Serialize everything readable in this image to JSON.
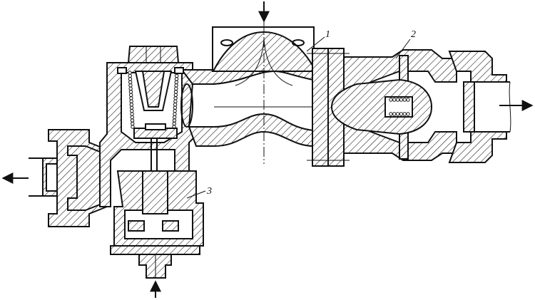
{
  "labels": {
    "part_1": "1",
    "part_2": "2",
    "part_3": "3"
  }
}
